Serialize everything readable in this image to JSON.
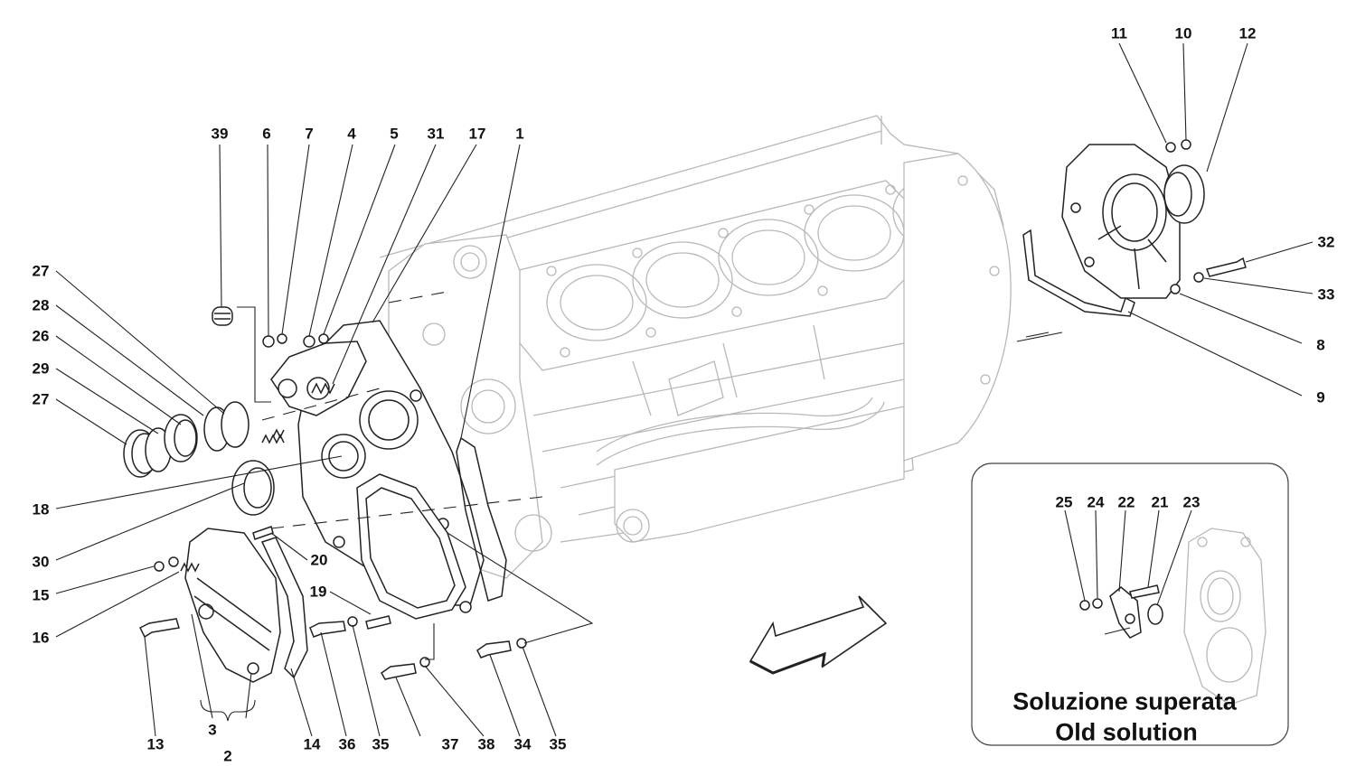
{
  "callouts": [
    {
      "id": "39",
      "text": "39"
    },
    {
      "id": "6",
      "text": "6"
    },
    {
      "id": "7",
      "text": "7"
    },
    {
      "id": "4",
      "text": "4"
    },
    {
      "id": "5",
      "text": "5"
    },
    {
      "id": "31",
      "text": "31"
    },
    {
      "id": "17",
      "text": "17"
    },
    {
      "id": "1",
      "text": "1"
    },
    {
      "id": "11",
      "text": "11"
    },
    {
      "id": "10",
      "text": "10"
    },
    {
      "id": "12",
      "text": "12"
    },
    {
      "id": "32",
      "text": "32"
    },
    {
      "id": "33",
      "text": "33"
    },
    {
      "id": "8",
      "text": "8"
    },
    {
      "id": "9",
      "text": "9"
    },
    {
      "id": "27a",
      "text": "27"
    },
    {
      "id": "28",
      "text": "28"
    },
    {
      "id": "26",
      "text": "26"
    },
    {
      "id": "29",
      "text": "29"
    },
    {
      "id": "27b",
      "text": "27"
    },
    {
      "id": "18",
      "text": "18"
    },
    {
      "id": "30",
      "text": "30"
    },
    {
      "id": "20",
      "text": "20"
    },
    {
      "id": "15",
      "text": "15"
    },
    {
      "id": "16",
      "text": "16"
    },
    {
      "id": "19",
      "text": "19"
    },
    {
      "id": "13",
      "text": "13"
    },
    {
      "id": "3",
      "text": "3"
    },
    {
      "id": "2",
      "text": "2"
    },
    {
      "id": "14",
      "text": "14"
    },
    {
      "id": "36",
      "text": "36"
    },
    {
      "id": "35a",
      "text": "35"
    },
    {
      "id": "37",
      "text": "37"
    },
    {
      "id": "38",
      "text": "38"
    },
    {
      "id": "34",
      "text": "34"
    },
    {
      "id": "35b",
      "text": "35"
    },
    {
      "id": "25",
      "text": "25"
    },
    {
      "id": "24",
      "text": "24"
    },
    {
      "id": "22",
      "text": "22"
    },
    {
      "id": "21",
      "text": "21"
    },
    {
      "id": "23",
      "text": "23"
    }
  ],
  "inset": {
    "caption_line1": "Soluzione superata",
    "caption_line2": "Old solution"
  }
}
